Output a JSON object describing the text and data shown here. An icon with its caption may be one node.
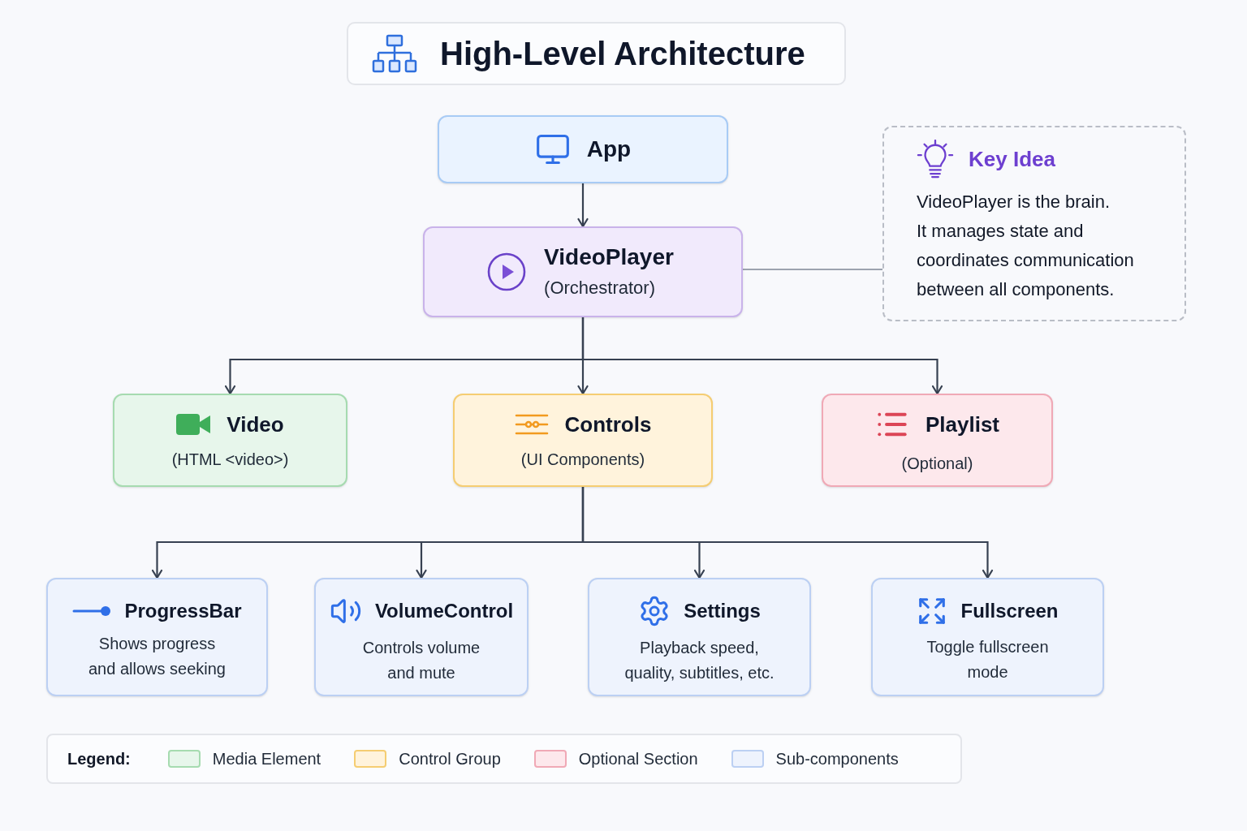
{
  "diagram": {
    "title": "High-Level Architecture",
    "nodes": [
      {
        "text": [
          "App"
        ]
      },
      {
        "text": [
          "VideoPlayer",
          "(Orchestrator)"
        ]
      },
      {
        "text": [
          "Key Idea",
          "VideoPlayer is the brain.",
          "It manages state and coordinates communication between all components."
        ]
      },
      {
        "text": [
          "Video",
          "(HTML <video>)"
        ]
      },
      {
        "text": [
          "Controls",
          "(UI Components)"
        ]
      },
      {
        "text": [
          "Playlist",
          "(Optional)"
        ]
      },
      {
        "text": [
          "ProgressBar",
          "Shows progress and allows seeking"
        ]
      },
      {
        "text": [
          "VolumeControl",
          "Controls volume and mute"
        ]
      },
      {
        "text": [
          "Settings",
          "Playback speed, quality, subtitles, etc."
        ]
      },
      {
        "text": [
          "Fullscreen",
          "Toggle fullscreen mode"
        ]
      }
    ],
    "edges": [
      {
        "from": 0,
        "to": 1,
        "arrow": "to"
      },
      {
        "from": 1,
        "to": 2,
        "arrow": "none",
        "color": "#9ca3af"
      },
      {
        "from": 1,
        "to": 3,
        "arrow": "to"
      },
      {
        "from": 1,
        "to": 4,
        "arrow": "to"
      },
      {
        "from": 1,
        "to": 5,
        "arrow": "to"
      },
      {
        "from": 4,
        "to": 6,
        "arrow": "to"
      },
      {
        "from": 4,
        "to": 7,
        "arrow": "to"
      },
      {
        "from": 4,
        "to": 8,
        "arrow": "to"
      },
      {
        "from": 4,
        "to": 9,
        "arrow": "to"
      }
    ],
    "labels": [
      "Legend:"
    ],
    "legend": [
      {
        "text": "Media Element",
        "color": "#e7f6eb"
      },
      {
        "text": "Control Group",
        "color": "#fff3dc"
      },
      {
        "text": "Optional Section",
        "color": "#fde8ec"
      },
      {
        "text": "Sub-components",
        "color": "#eef3fd"
      }
    ]
  }
}
